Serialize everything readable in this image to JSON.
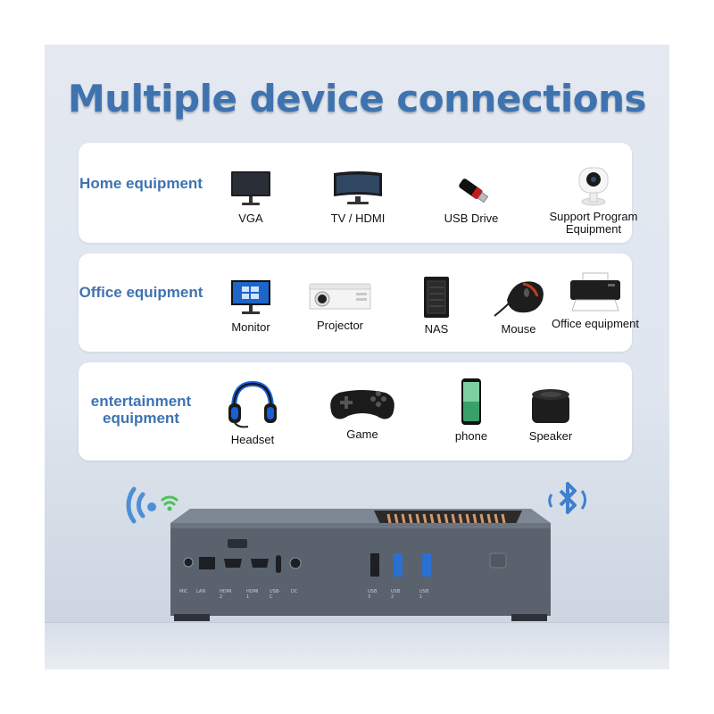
{
  "title": "Multiple device connections",
  "rows": [
    {
      "category": "Home equipment",
      "items": [
        {
          "label": "VGA",
          "icon": "monitor-icon"
        },
        {
          "label": "TV / HDMI",
          "icon": "curved-tv-icon"
        },
        {
          "label": "USB Drive",
          "icon": "usb-drive-icon"
        },
        {
          "label": "Support Program Equipment",
          "icon": "security-camera-icon"
        }
      ]
    },
    {
      "category": "Office equipment",
      "items": [
        {
          "label": "Monitor",
          "icon": "windows-monitor-icon"
        },
        {
          "label": "Projector",
          "icon": "projector-icon"
        },
        {
          "label": "NAS",
          "icon": "nas-icon"
        },
        {
          "label": "Mouse",
          "icon": "mouse-icon"
        },
        {
          "label": "Office equipment",
          "icon": "printer-icon"
        }
      ]
    },
    {
      "category": "entertainment equipment",
      "items": [
        {
          "label": "Headset",
          "icon": "headset-icon"
        },
        {
          "label": "Game",
          "icon": "gamepad-icon"
        },
        {
          "label": "phone",
          "icon": "smartphone-icon"
        },
        {
          "label": "Speaker",
          "icon": "speaker-icon"
        }
      ]
    }
  ],
  "device": {
    "port_labels": [
      "MIC",
      "LAN",
      "HDMI 2",
      "HDMI 1",
      "USB-C",
      "DC",
      "USB 3",
      "USB 2",
      "USB 1"
    ],
    "icons": [
      "wifi-icon",
      "bluetooth-icon",
      "power-button-icon"
    ]
  },
  "colors": {
    "accent": "#3f73b0",
    "background": "#e2e8f0",
    "panel": "#ffffff",
    "device": "#5a6470",
    "fan": "#c9875a"
  }
}
